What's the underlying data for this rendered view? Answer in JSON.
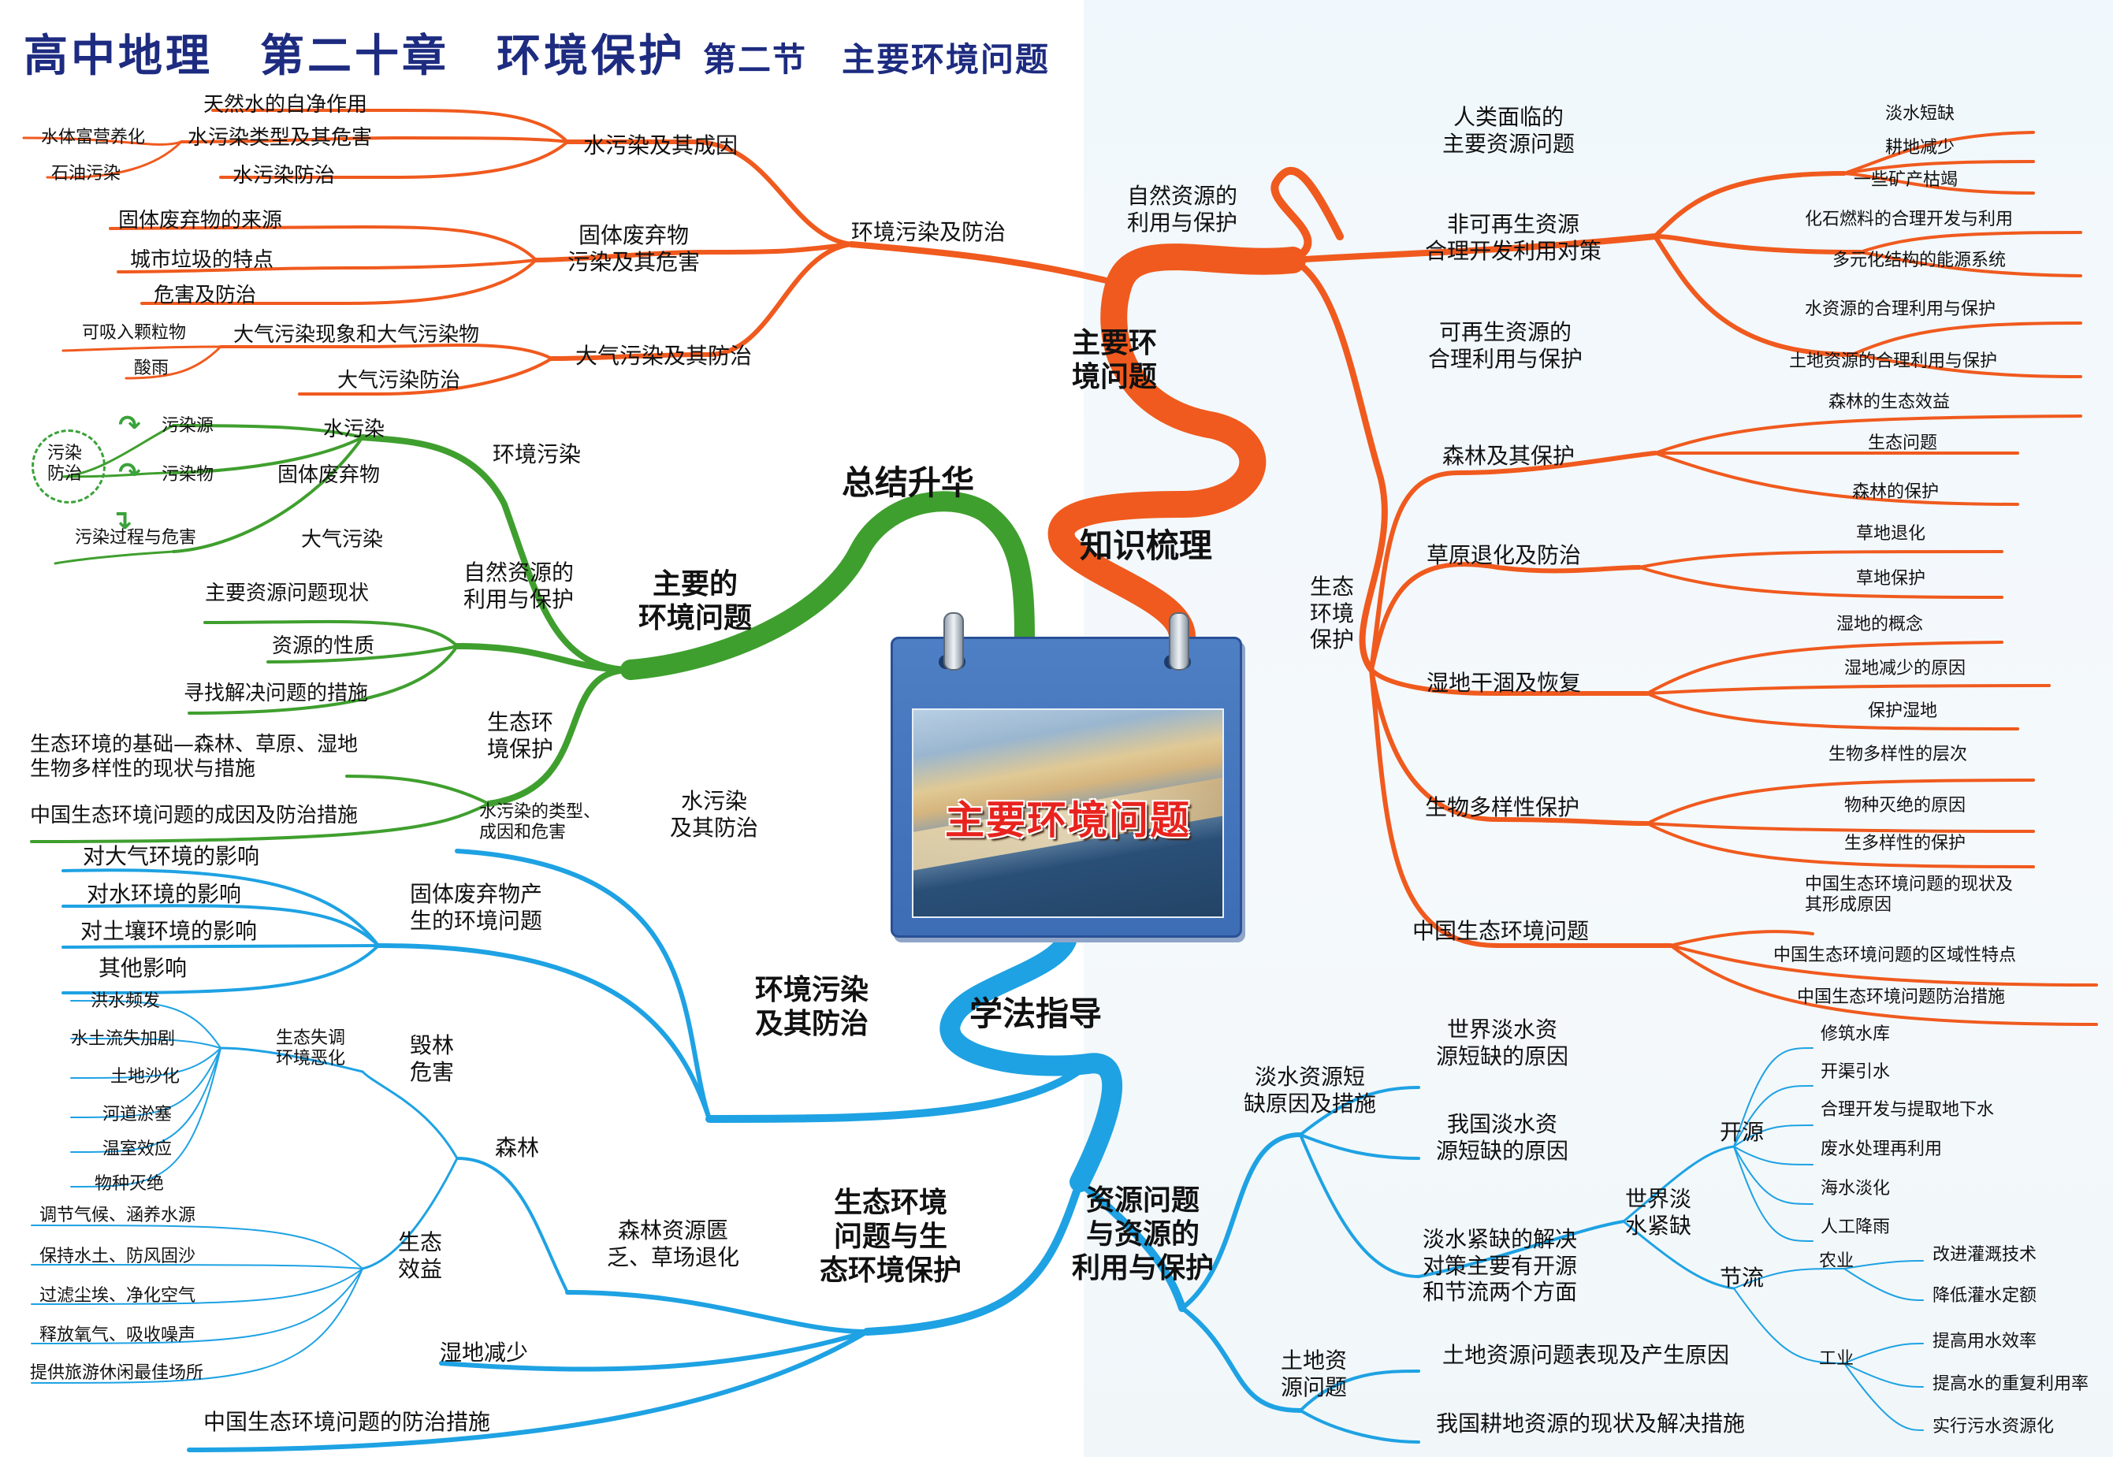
{
  "header": {
    "title": "高中地理　第二十章　环境保护",
    "section": "第二节　主要环境问题"
  },
  "center": {
    "label": "主要环境问题"
  },
  "hubs": {
    "zhishi": "知识梳理",
    "zongjie": "总结升华",
    "xuefa": "学法指导",
    "zhuyao_huanjing": "主要环\n境问题"
  },
  "orange": {
    "zhuyao": "主要环\n境问题",
    "wuran": {
      "label": "环境污染及防治",
      "water": {
        "label": "水污染及其成因",
        "items": [
          "天然水的自净作用",
          "水污染类型及其危害",
          "水污染防治"
        ],
        "sub": [
          "水体富营养化",
          "石油污染"
        ]
      },
      "solid": {
        "label": "固体废弃物\n污染及其危害",
        "items": [
          "固体废弃物的来源",
          "城市垃圾的特点",
          "危害及防治"
        ]
      },
      "air": {
        "label": "大气污染及其防治",
        "items": [
          "大气污染现象和大气污染物",
          "大气污染防治"
        ],
        "sub": [
          "可吸入颗粒物",
          "酸雨"
        ]
      }
    },
    "ziran": {
      "label": "自然资源的\n利用与保护",
      "a": {
        "label": "人类面临的\n主要资源问题",
        "items": [
          "淡水短缺",
          "耕地减少",
          "一些矿产枯竭"
        ]
      },
      "b": {
        "label": "非可再生资源\n合理开发利用对策",
        "items": [
          "化石燃料的合理开发与利用",
          "多元化结构的能源系统"
        ]
      },
      "c": {
        "label": "可再生资源的\n合理利用与保护",
        "items": [
          "水资源的合理利用与保护",
          "土地资源的合理利用与保护"
        ]
      }
    },
    "shengtai": {
      "label": "生态\n环境\n保护",
      "forest": {
        "label": "森林及其保护",
        "items": [
          "森林的生态效益",
          "生态问题",
          "森林的保护"
        ]
      },
      "grass": {
        "label": "草原退化及防治",
        "items": [
          "草地退化",
          "草地保护"
        ]
      },
      "wetland": {
        "label": "湿地干涸及恢复",
        "items": [
          "湿地的概念",
          "湿地减少的原因",
          "保护湿地"
        ]
      },
      "bio": {
        "label": "生物多样性保护",
        "items": [
          "生物多样性的层次",
          "物种灭绝的原因",
          "生多样性的保护"
        ]
      },
      "china": {
        "label": "中国生态环境问题",
        "items": [
          "中国生态环境问题的现状及\n其形成原因",
          "中国生态环境问题的区域性特点",
          "中国生态环境问题防治措施"
        ]
      }
    }
  },
  "green": {
    "label": "主要的\n环境问题",
    "pollution": {
      "label": "环境污染",
      "items": [
        "水污染",
        "固体废弃物",
        "大气污染"
      ],
      "cycle": [
        "污染源",
        "污染物",
        "污染过程与危害"
      ],
      "circle": "污染\n防治"
    },
    "resource": {
      "label": "自然资源的\n利用与保护",
      "items": [
        "主要资源问题现状",
        "资源的性质",
        "寻找解决问题的措施"
      ]
    },
    "eco": {
      "label": "生态环\n境保护",
      "items": [
        "生态环境的基础—森林、草原、湿地\n生物多样性的现状与措施",
        "中国生态环境问题的成因及防治措施"
      ]
    }
  },
  "blue": {
    "wuran": {
      "label": "环境污染\n及其防治",
      "water": {
        "label": "水污染\n及其防治",
        "item": "水污染的类型、\n成因和危害"
      },
      "solid": {
        "label": "固体废弃物产\n生的环境问题",
        "items": [
          "对大气环境的影响",
          "对水环境的影响",
          "对土壤环境的影响",
          "其他影响"
        ]
      }
    },
    "shengtai": {
      "label": "生态环境\n问题与生\n态环境保护",
      "forest": {
        "label": "森林资源匮\n乏、草场退化",
        "senlin": "森林",
        "huilin": "毁林\n危害",
        "shitiao": "生态失调\n环境恶化",
        "harms": [
          "洪水频发",
          "水土流失加剧",
          "土地沙化",
          "河道淤塞",
          "温室效应",
          "物种灭绝"
        ],
        "benefit_label": "生态\n效益",
        "benefits": [
          "调节气候、涵养水源",
          "保持水土、防风固沙",
          "过滤尘埃、净化空气",
          "释放氧气、吸收噪声",
          "提供旅游休闲最佳场所"
        ]
      },
      "wetland": "湿地减少",
      "china": "中国生态环境问题的防治措施"
    },
    "ziyuan": {
      "label": "资源问题\n与资源的\n利用与保护",
      "water": {
        "label": "淡水资源短\n缺原因及措施",
        "world": "世界淡水资\n源短缺的原因",
        "cn": "我国淡水资\n源短缺的原因",
        "solve": "淡水紧缺的解决\n对策主要有开源\n和节流两个方面",
        "shijie": "世界淡\n水紧缺",
        "kaiyuan": "开源",
        "kaiyuan_items": [
          "修筑水库",
          "开渠引水",
          "合理开发与提取地下水",
          "废水处理再利用",
          "海水淡化",
          "人工降雨"
        ],
        "jieliu": "节流",
        "nongye": "农业",
        "nongye_items": [
          "改进灌溉技术",
          "降低灌水定额"
        ],
        "gongye": "工业",
        "gongye_items": [
          "提高用水效率",
          "提高水的重复利用率",
          "实行污水资源化"
        ]
      },
      "land": {
        "label": "土地资\n源问题",
        "items": [
          "土地资源问题表现及产生原因",
          "我国耕地资源的现状及解决措施"
        ]
      }
    }
  },
  "colors": {
    "orange": "#f05a1e",
    "green": "#3f9f2e",
    "blue": "#1ea2e3",
    "title": "#1d2b80",
    "center_red": "#e8231e"
  }
}
